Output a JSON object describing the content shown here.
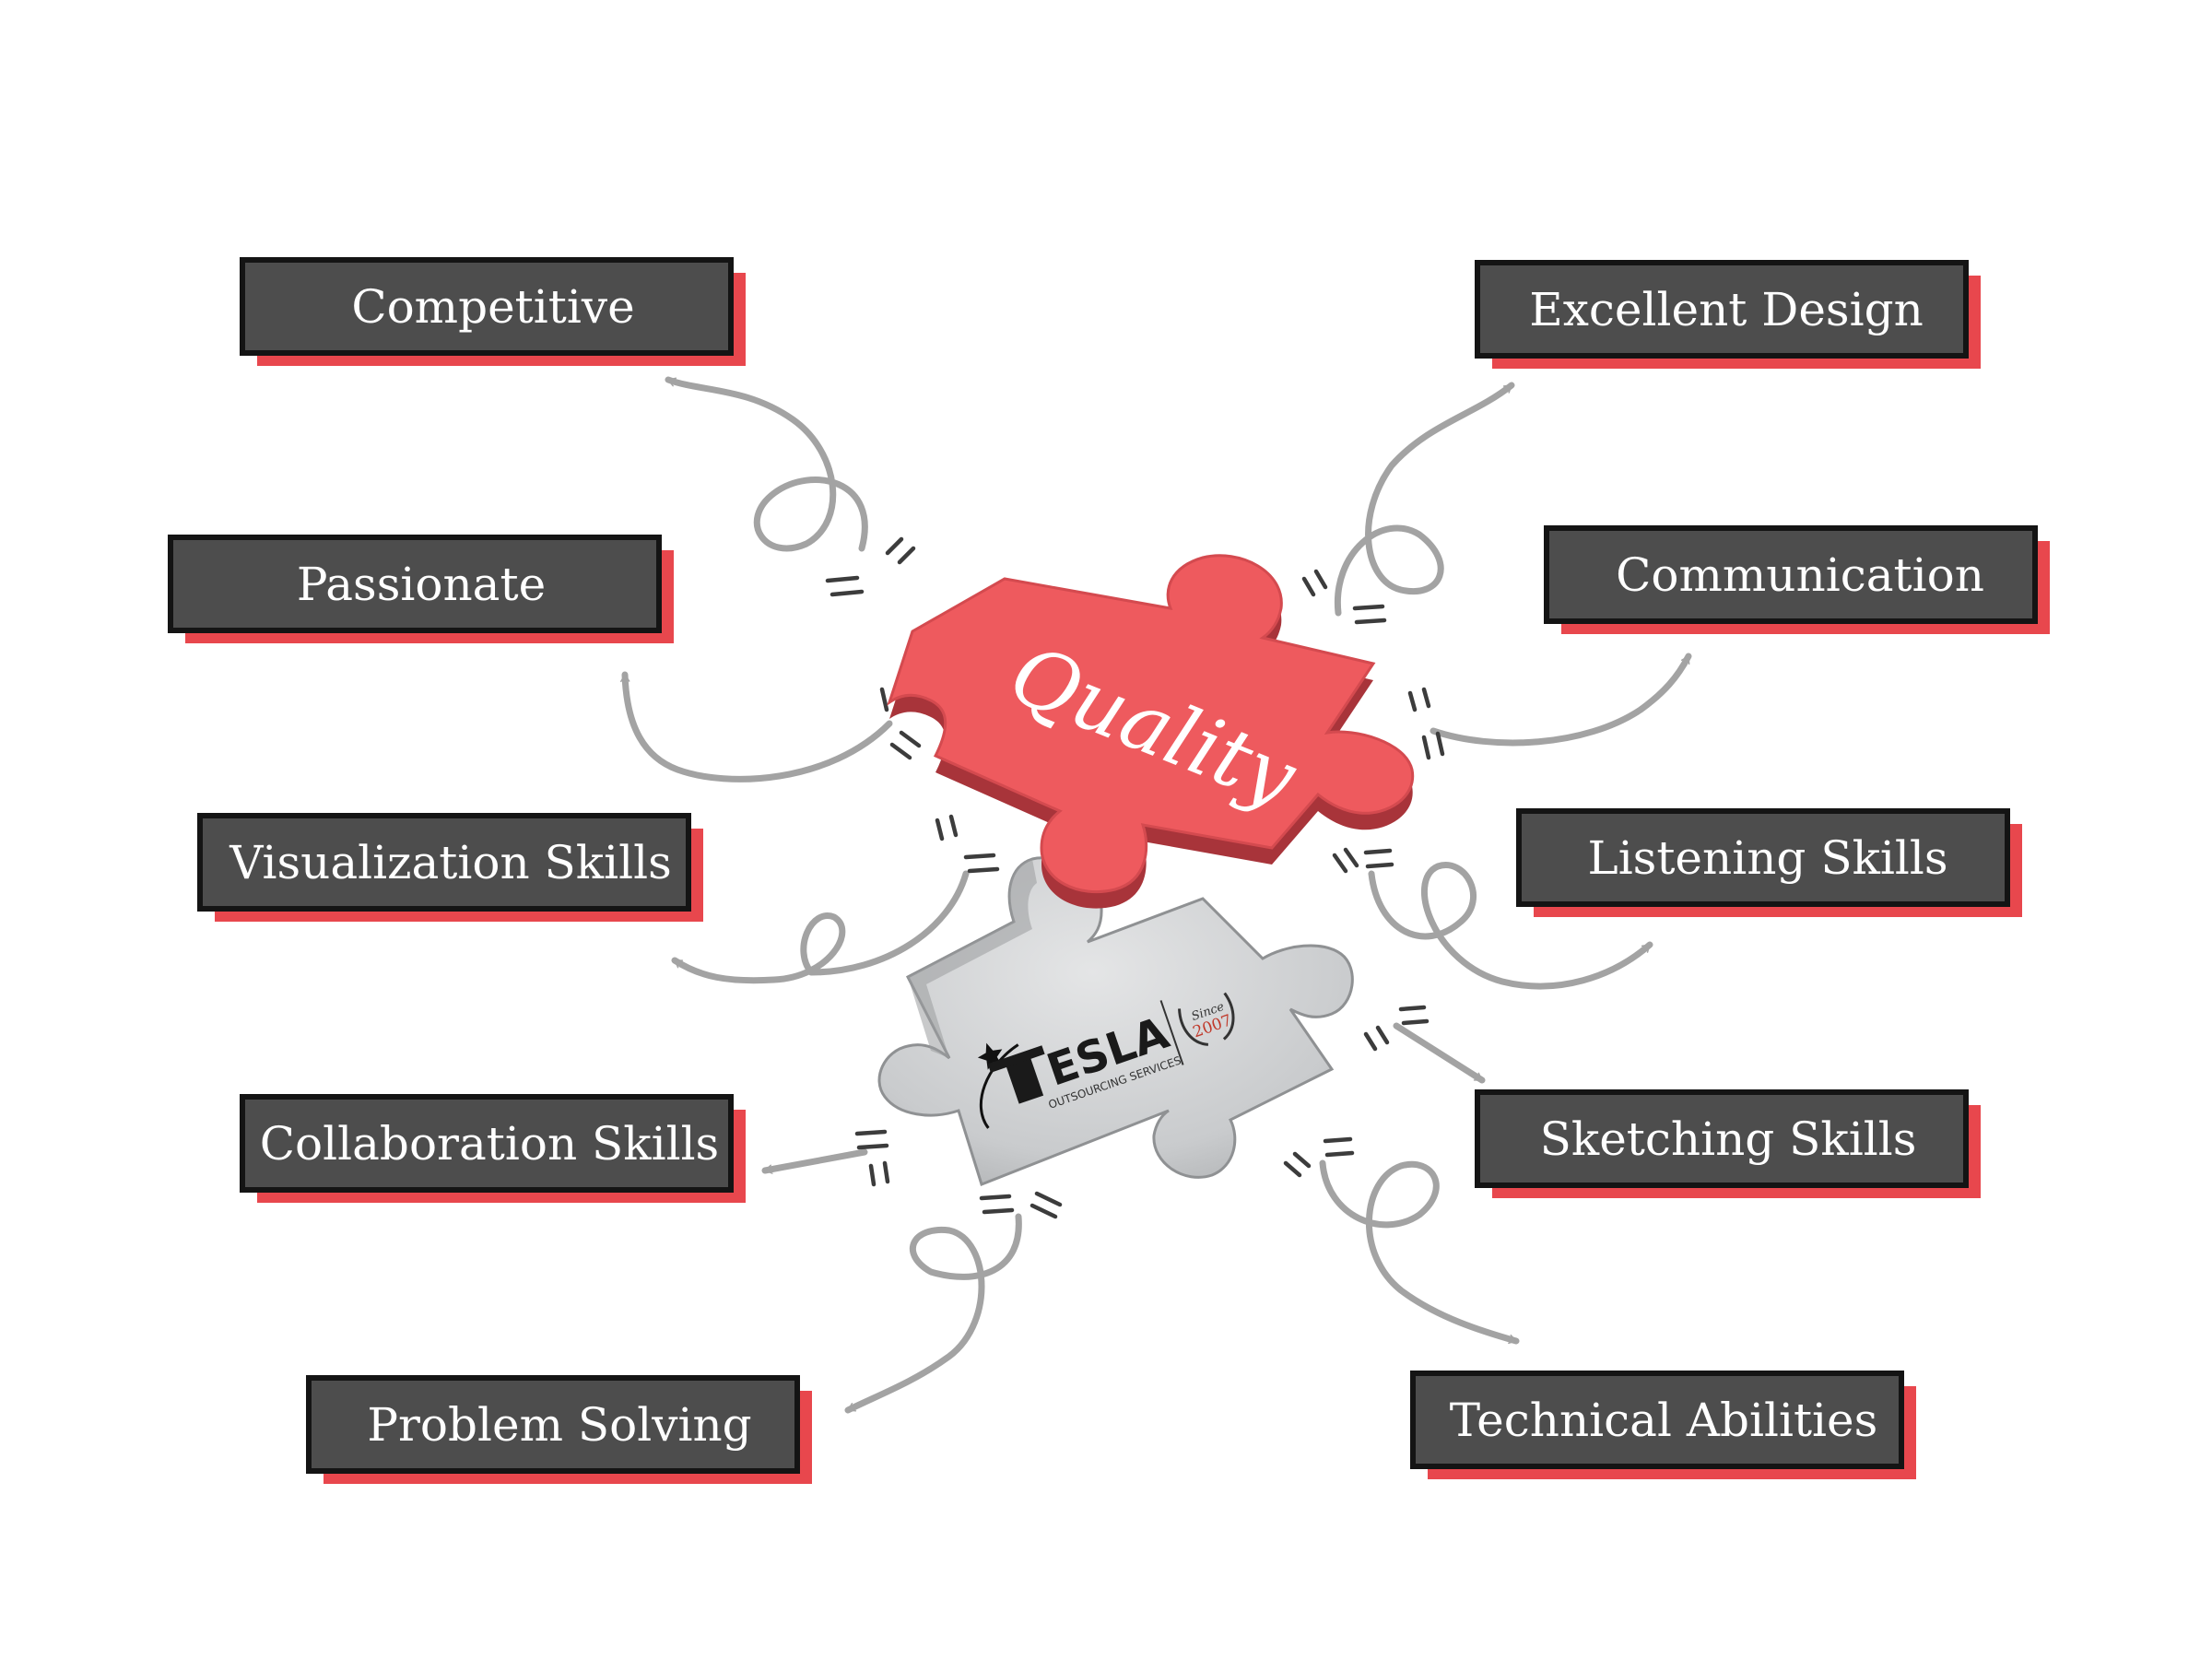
{
  "center": {
    "word": "Quality",
    "logo_text": "ESLA",
    "logo_tagline": "OUTSOURCING SERVICES",
    "logo_since": "Since",
    "logo_year": "2007"
  },
  "labels": [
    {
      "id": "competitive",
      "text": "Competitive"
    },
    {
      "id": "passionate",
      "text": "Passionate"
    },
    {
      "id": "visualization-skills",
      "text": "Visualization Skills"
    },
    {
      "id": "collaboration-skills",
      "text": "Collaboration Skills"
    },
    {
      "id": "problem-solving",
      "text": "Problem Solving"
    },
    {
      "id": "excellent-design",
      "text": "Excellent Design"
    },
    {
      "id": "communication",
      "text": "Communication"
    },
    {
      "id": "listening-skills",
      "text": "Listening Skills"
    },
    {
      "id": "sketching-skills",
      "text": "Sketching Skills"
    },
    {
      "id": "technical-abilities",
      "text": "Technical Abilities"
    }
  ],
  "colors": {
    "accent_red": "#e8474d",
    "label_fill": "#4d4d4d",
    "arrow_gray": "#a3a3a3",
    "hole_gray": "#c6c8ca"
  }
}
